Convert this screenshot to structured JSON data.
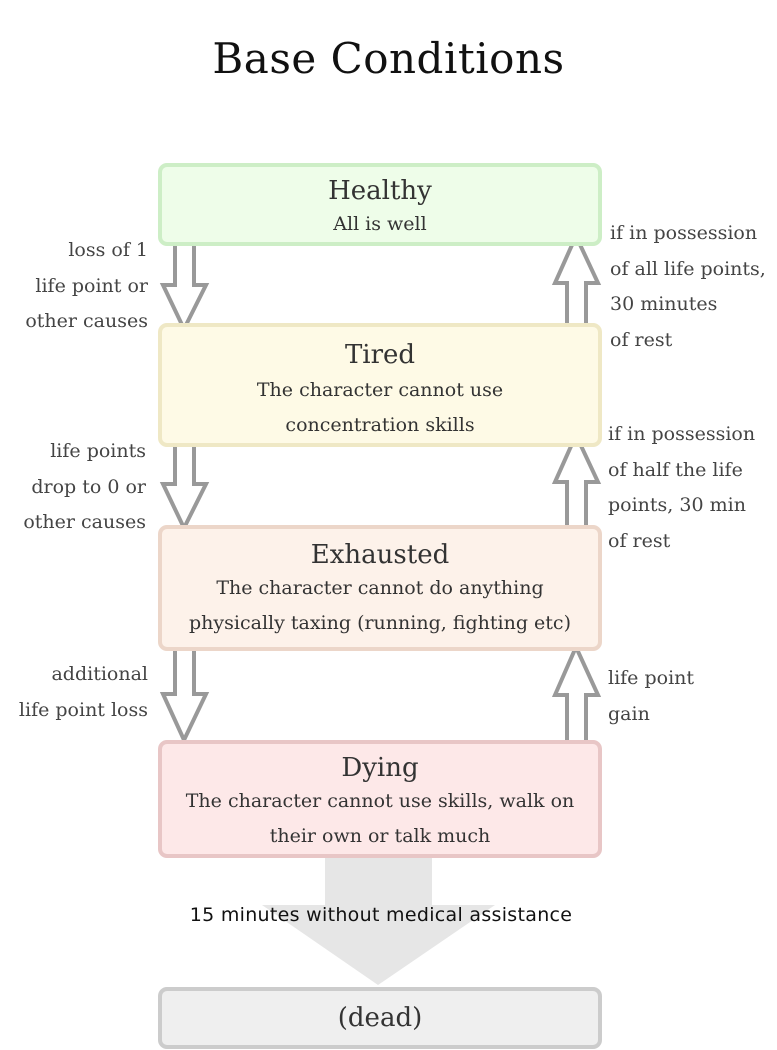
{
  "title": "Base Conditions",
  "states": {
    "healthy": {
      "name": "Healthy",
      "desc_lines": [
        "All is well"
      ],
      "color": "#eefde9"
    },
    "tired": {
      "name": "Tired",
      "desc_lines": [
        "The character cannot use",
        "concentration skills"
      ],
      "color": "#fefae6"
    },
    "exhausted": {
      "name": "Exhausted",
      "desc_lines": [
        "The character cannot do anything",
        "physically taxing (running, fighting etc)"
      ],
      "color": "#fdf2ea"
    },
    "dying": {
      "name": "Dying",
      "desc_lines": [
        "The character cannot use skills, walk on",
        "their own or talk much"
      ],
      "color": "#fde8e8"
    },
    "dead": {
      "name": "(dead)",
      "color": "#efefef"
    }
  },
  "transitions": {
    "healthy_to_tired": [
      "loss of 1",
      "life point or",
      "other causes"
    ],
    "tired_to_exhausted": [
      "life points",
      "drop to 0 or",
      "other causes"
    ],
    "exhausted_to_dying": [
      "additional",
      "life point loss"
    ],
    "tired_to_healthy": [
      "if in possession",
      "of all life points,",
      "30 minutes",
      "of rest"
    ],
    "exhausted_to_tired": [
      "if in possession",
      "of half the life",
      "points, 30 min",
      "of rest"
    ],
    "dying_to_exhausted": [
      "life point",
      "gain"
    ],
    "dying_to_dead": "15 minutes without medical assistance"
  }
}
